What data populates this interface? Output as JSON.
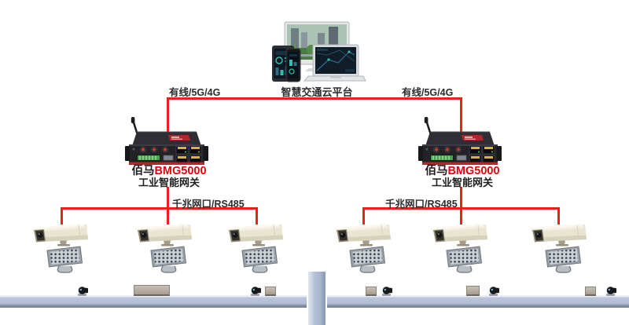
{
  "platform": {
    "label": "智慧交通云平台"
  },
  "connections": {
    "wan_left_label": "有线/5G/4G",
    "wan_right_label": "有线/5G/4G",
    "lan_left_label": "千兆网口/RS485",
    "lan_right_label": "千兆网口/RS485"
  },
  "gateway_left": {
    "brand": "佰马",
    "model": "BMG5000",
    "product": "工业智能网关"
  },
  "gateway_right": {
    "brand": "佰马",
    "model": "BMG5000",
    "product": "工业智能网关"
  },
  "colors": {
    "connection_line": "#ee2018",
    "model_text": "#e60012",
    "label_text": "#2b2b2b",
    "road_fill": "#b7c3d9",
    "road_edge": "#7e8ba3",
    "camera_body": "#eae4d3",
    "floodlight_panel": "#9aa0a8",
    "gateway_body": "#232327",
    "gateway_accent": "#b3282d"
  }
}
